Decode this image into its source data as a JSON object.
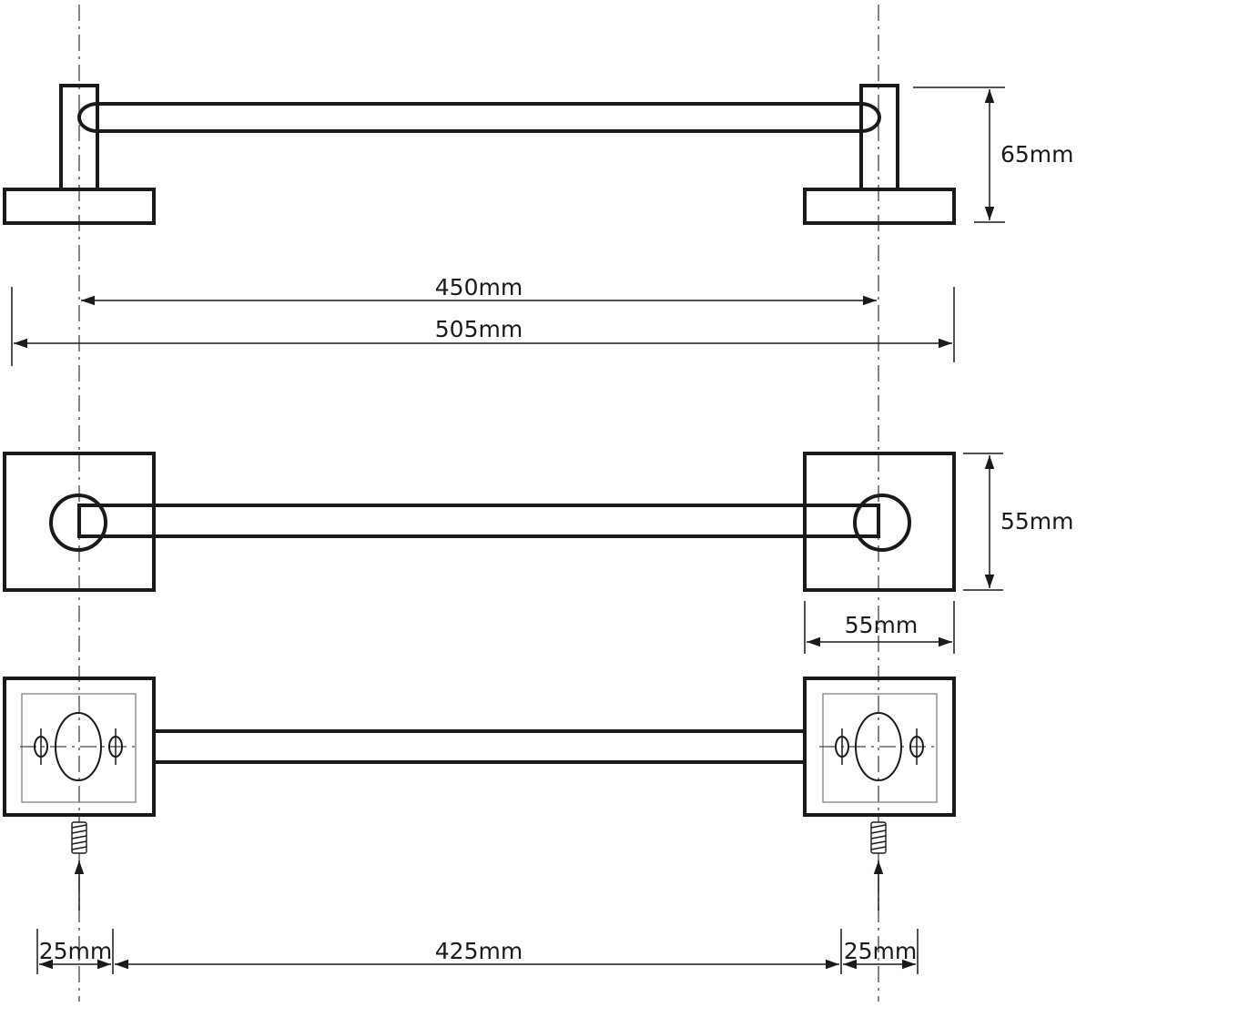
{
  "dimensions": {
    "height_top": "65mm",
    "center_distance": "450mm",
    "overall_length": "505mm",
    "plate_height": "55mm",
    "plate_width": "55mm",
    "edge_left": "25mm",
    "between_screws": "425mm",
    "edge_right": "25mm"
  }
}
